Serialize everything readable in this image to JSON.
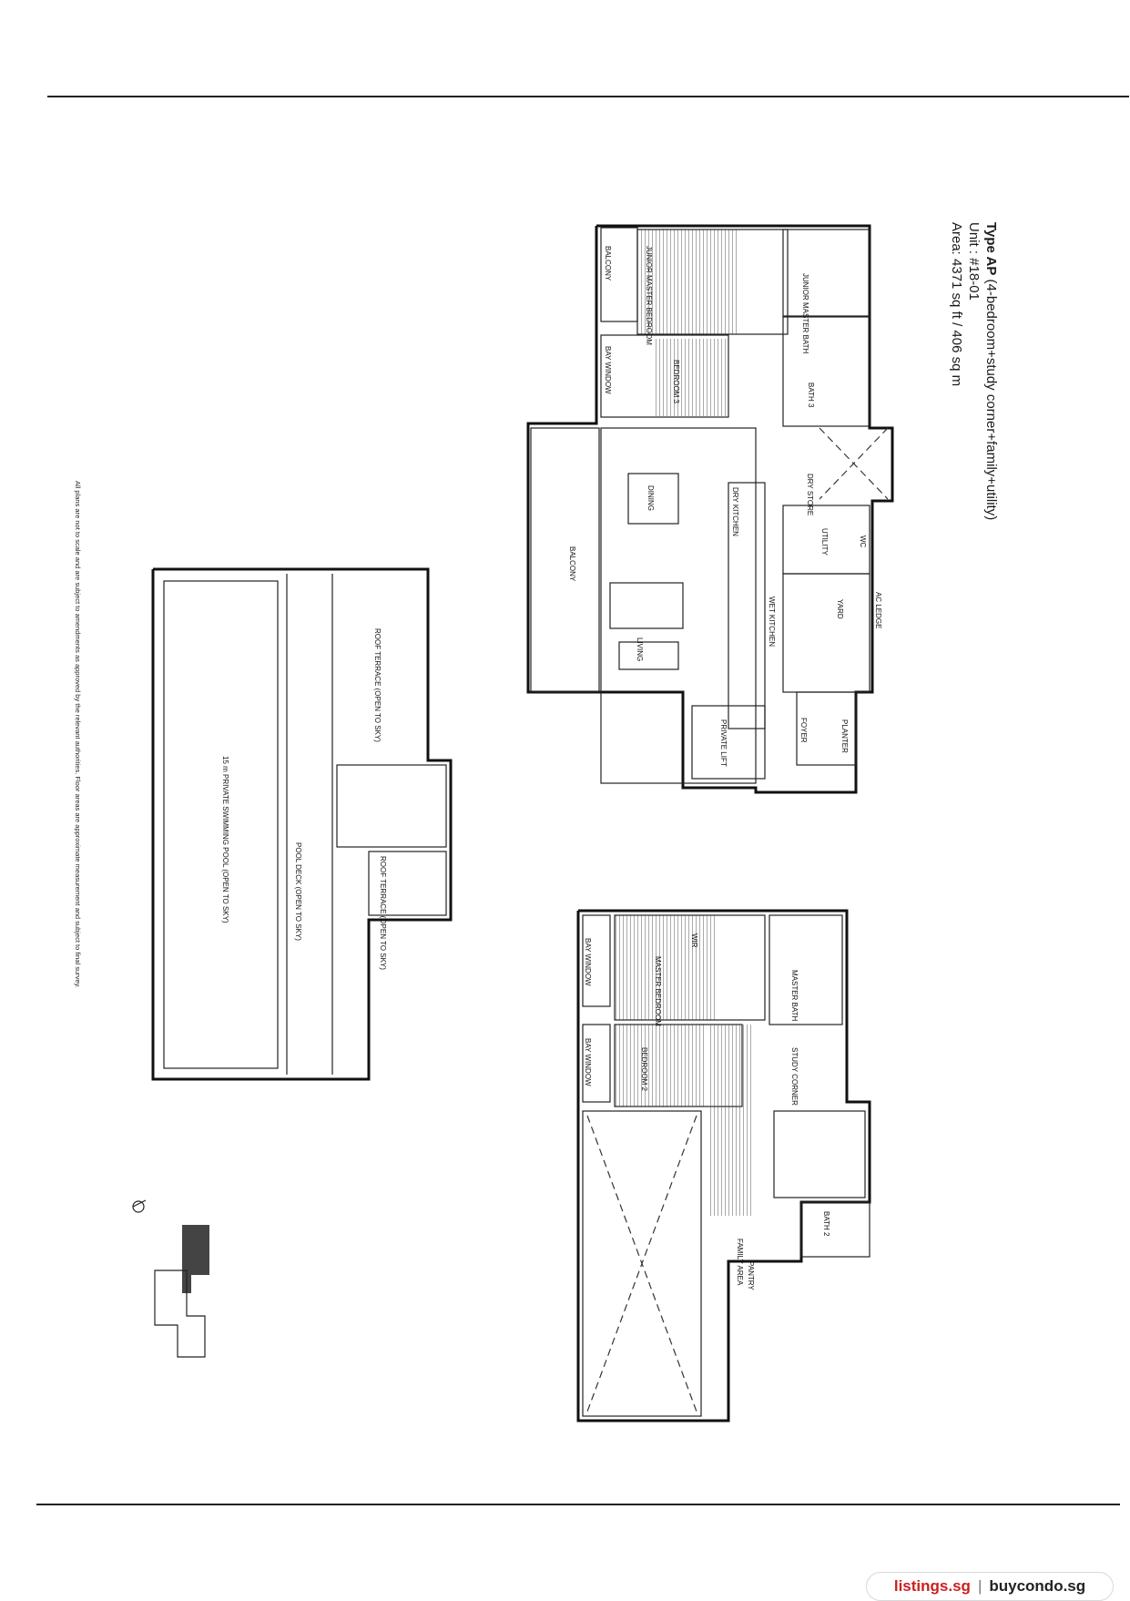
{
  "header": {
    "type_label": "Type AP",
    "type_desc": "(4-bedroom+study corner+family+utility)",
    "unit": "Unit : #18-01",
    "area": "Area: 4371 sq ft / 406 sq m"
  },
  "rooms": {
    "junior_master_bedroom": "JUNIOR MASTER BEDROOM",
    "junior_master_bath": "JUNIOR MASTER BATH",
    "bay_window": "BAY WINDOW",
    "balcony": "BALCONY",
    "bedroom3": "BEDROOM 3",
    "bath3": "BATH 3",
    "dining": "DINING",
    "dry_kitchen": "DRY KITCHEN",
    "wet_kitchen": "WET KITCHEN",
    "store": "DRY STORE",
    "utility": "UTILITY",
    "wc": "WC",
    "yard": "YARD",
    "ac_ledge": "AC LEDGE",
    "living": "LIVING",
    "foyer": "FOYER",
    "planter": "PLANTER",
    "private_lift": "PRIVATE LIFT",
    "wir": "WIR",
    "master_bedroom": "MASTER BEDROOM",
    "master_bath": "MASTER BATH",
    "bedroom2": "BEDROOM 2",
    "study_corner": "STUDY CORNER",
    "bath2": "BATH 2",
    "family_area": "FAMILY AREA",
    "pantry": "PANTRY",
    "roof_terrace_open": "ROOF TERRACE (OPEN TO SKY)",
    "pool": "15 m PRIVATE SWIMMING POOL (OPEN TO SKY)",
    "pool_deck": "POOL DECK (OPEN TO SKY)",
    "roof_terrace_2": "ROOF TERRACE (OPEN TO SKY)"
  },
  "disclaimer": "All plans are not to scale and are subject to amendments as approved by the relevant authorities. Floor areas are approximate measurement and subject to final survey.",
  "footer": {
    "brand1": "listings.sg",
    "separator": "|",
    "brand2": "buycondo.sg"
  },
  "colors": {
    "brand_red": "#cc1f1f",
    "line": "#111111"
  }
}
